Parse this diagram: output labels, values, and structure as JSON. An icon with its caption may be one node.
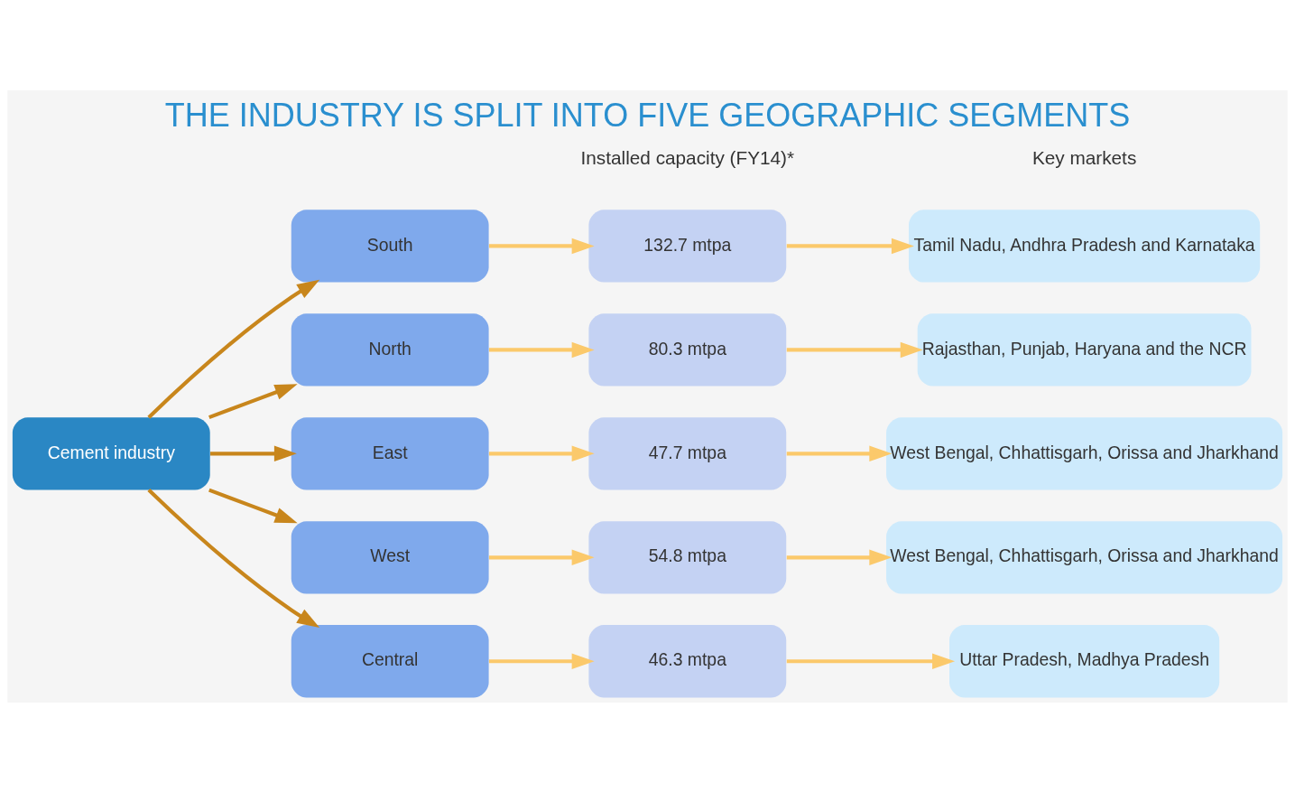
{
  "diagram": {
    "title": "THE INDUSTRY IS SPLIT INTO FIVE GEOGRAPHIC SEGMENTS",
    "nodes": [
      {
        "text": [
          "Cement industry"
        ]
      },
      {
        "text": [
          "South"
        ]
      },
      {
        "text": [
          "North"
        ]
      },
      {
        "text": [
          "East"
        ]
      },
      {
        "text": [
          "West"
        ]
      },
      {
        "text": [
          "Central"
        ]
      },
      {
        "text": [
          "132.7 mtpa"
        ]
      },
      {
        "text": [
          "80.3 mtpa"
        ]
      },
      {
        "text": [
          "47.7 mtpa"
        ]
      },
      {
        "text": [
          "54.8 mtpa"
        ]
      },
      {
        "text": [
          "46.3 mtpa"
        ]
      },
      {
        "text": [
          "Tamil Nadu, Andhra Pradesh and Karnataka"
        ]
      },
      {
        "text": [
          "Rajasthan, Punjab, Haryana and the NCR"
        ]
      },
      {
        "text": [
          "West Bengal, Chhattisgarh, Orissa and Jharkhand"
        ]
      },
      {
        "text": [
          "West Bengal, Chhattisgarh, Orissa and Jharkhand"
        ]
      },
      {
        "text": [
          "Uttar Pradesh, Madhya Pradesh"
        ]
      }
    ],
    "edges": [
      {
        "from": 0,
        "to": 1,
        "arrow": "to",
        "color": "#c8861c"
      },
      {
        "from": 0,
        "to": 2,
        "arrow": "to",
        "color": "#c8861c"
      },
      {
        "from": 0,
        "to": 3,
        "arrow": "to",
        "color": "#c8861c"
      },
      {
        "from": 0,
        "to": 4,
        "arrow": "to",
        "color": "#c8861c"
      },
      {
        "from": 0,
        "to": 5,
        "arrow": "to",
        "color": "#c8861c"
      },
      {
        "from": 1,
        "to": 6,
        "arrow": "to"
      },
      {
        "from": 2,
        "to": 7,
        "arrow": "to"
      },
      {
        "from": 3,
        "to": 8,
        "arrow": "to"
      },
      {
        "from": 4,
        "to": 9,
        "arrow": "to"
      },
      {
        "from": 5,
        "to": 10,
        "arrow": "to"
      },
      {
        "from": 6,
        "to": 11,
        "arrow": "to"
      },
      {
        "from": 7,
        "to": 12,
        "arrow": "to"
      },
      {
        "from": 8,
        "to": 13,
        "arrow": "to"
      },
      {
        "from": 9,
        "to": 14,
        "arrow": "to"
      },
      {
        "from": 10,
        "to": 15,
        "arrow": "to"
      }
    ],
    "labels": [
      "Installed capacity (FY14)*",
      "Key markets"
    ]
  }
}
